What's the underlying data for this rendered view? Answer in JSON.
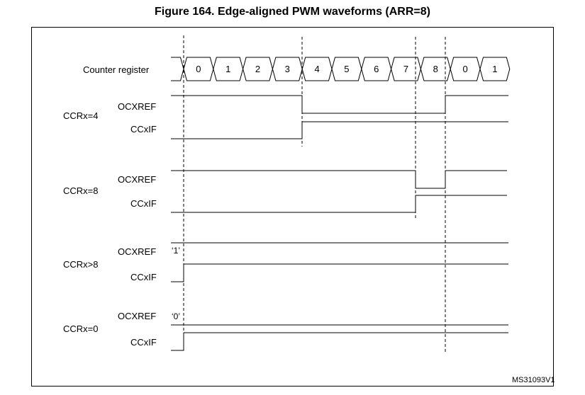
{
  "title": "Figure 164. Edge-aligned PWM waveforms (ARR=8)",
  "reference": "MS31093V1",
  "counter": {
    "label": "Counter register",
    "values": [
      "0",
      "1",
      "2",
      "3",
      "4",
      "5",
      "6",
      "7",
      "8",
      "0",
      "1"
    ]
  },
  "groups": [
    {
      "condition": "CCRx=4",
      "ref_label": "OCXREF",
      "flag_label": "CCxIF",
      "constant": ""
    },
    {
      "condition": "CCRx=8",
      "ref_label": "OCXREF",
      "flag_label": "CCxIF",
      "constant": ""
    },
    {
      "condition": "CCRx>8",
      "ref_label": "OCXREF",
      "flag_label": "CCxIF",
      "constant": "‘1’"
    },
    {
      "condition": "CCRx=0",
      "ref_label": "OCXREF",
      "flag_label": "CCxIF",
      "constant": "‘0’"
    }
  ]
}
